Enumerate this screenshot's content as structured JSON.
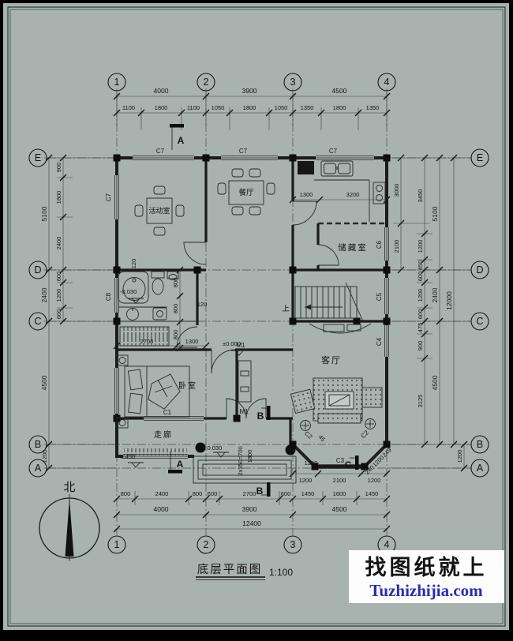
{
  "title_block": {
    "title": "底层平面图",
    "scale": "1:100"
  },
  "watermark": {
    "line1": "找图纸就上",
    "line2": "Tuzhizhijia.com",
    "accent": "#2b2bb4"
  },
  "compass": {
    "label": "北"
  },
  "grid": {
    "cols": [
      "1",
      "2",
      "3",
      "4"
    ],
    "rows": [
      "E",
      "D",
      "C",
      "B",
      "A"
    ]
  },
  "rooms": {
    "activity": "活动室",
    "dining": "餐厅",
    "storage": "储藏室",
    "living": "客厅",
    "bedroom": "卧室",
    "corridor": "走廊",
    "stair_up": "上"
  },
  "markers": {
    "a": "A",
    "b": "B",
    "c": "C"
  },
  "tags": {
    "c7": "C7",
    "c8": "C8",
    "c6": "C6",
    "c5": "C5",
    "c4": "C4",
    "c3": "C3",
    "c2": "C2",
    "c1": "C1",
    "m1": "M1"
  },
  "elev": {
    "zero": "±0.000",
    "m030": "-0.030",
    "m450": "-0.450"
  },
  "dims": {
    "top_spans": [
      "4000",
      "3900",
      "4500"
    ],
    "top_detail": [
      "1100",
      "1800",
      "1100",
      "1050",
      "1800",
      "1050",
      "1350",
      "1800",
      "1350"
    ],
    "bottom_detail": [
      "800",
      "2400",
      "800",
      "600",
      "2700",
      "600",
      "1450",
      "1600",
      "1450"
    ],
    "bottom_spans": [
      "4000",
      "3900",
      "4500"
    ],
    "bottom_total": "12400",
    "left_spans": [
      "5100",
      "2400",
      "4500"
    ],
    "left_detail": [
      "900",
      "1800",
      "2400",
      "600",
      "1200",
      "600"
    ],
    "left_ba": "1200",
    "right_col1": [
      "3000",
      "2100"
    ],
    "right_detail": [
      "3450",
      "1200",
      "450",
      "600",
      "1200",
      "600",
      "475",
      "900",
      "3125"
    ],
    "right_spans": [
      "5100",
      "2400",
      "4500"
    ],
    "right_total": "12000",
    "right_ba": "1200",
    "kitchen": [
      "1300",
      "3200"
    ],
    "bath": [
      "800",
      "800",
      "800"
    ],
    "bed_top": [
      "2700",
      "1300"
    ],
    "bay": [
      "1200",
      "2100",
      "1200"
    ],
    "bay_angled": [
      "240",
      "1200",
      "249"
    ],
    "bay_angle": "45",
    "porch_steps": "2x350=700",
    "porch_depth": "1800",
    "porch_side": "1200",
    "wall_thk": [
      "120",
      "120"
    ]
  }
}
